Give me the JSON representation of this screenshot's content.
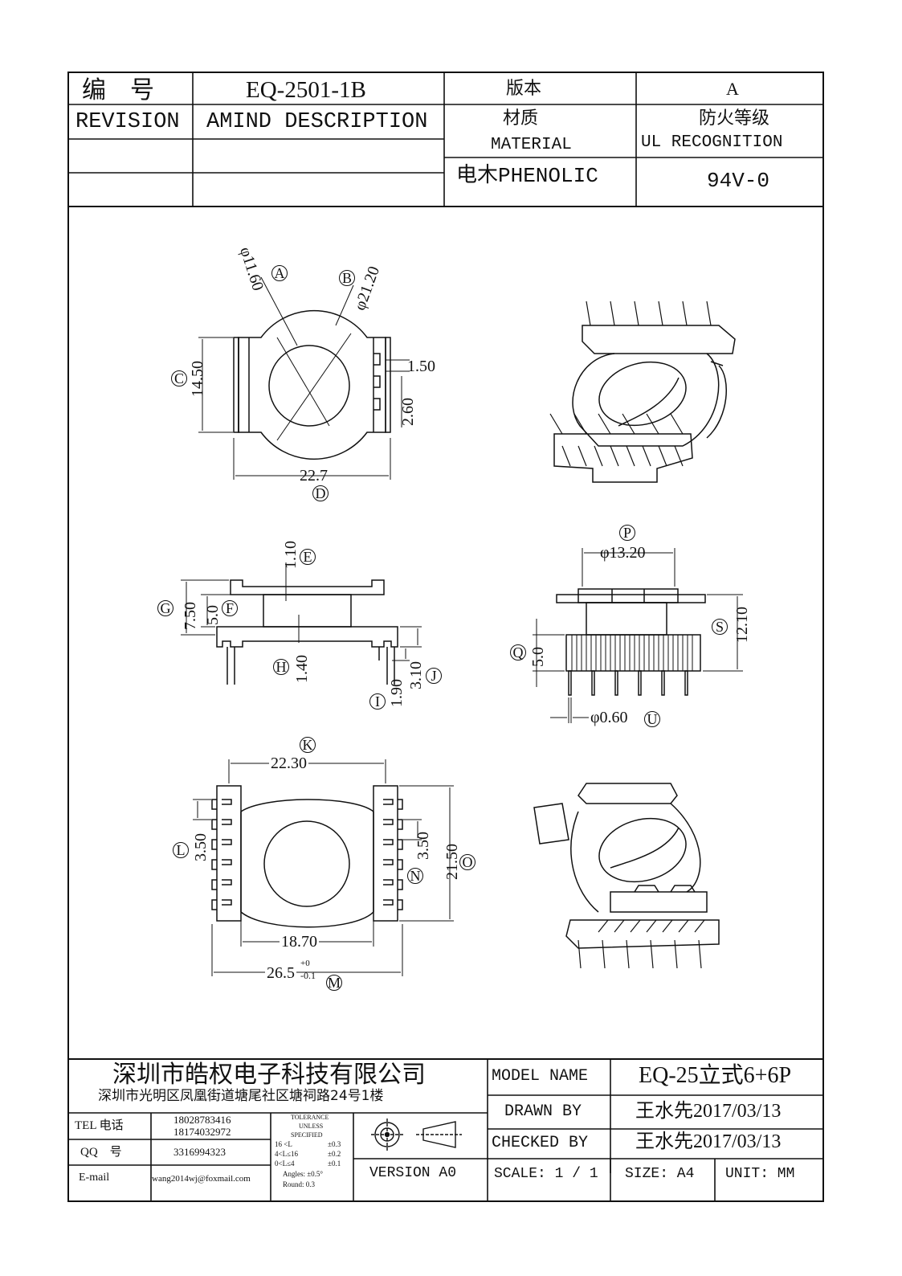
{
  "header": {
    "part_no_label": "编　号",
    "part_no": "EQ-2501-1B",
    "version_label": "版本",
    "version": "A",
    "revision_label": "REVISION",
    "amend_label": "AMIND DESCRIPTION",
    "material_label_cn": "材质",
    "material_label_en": "MATERIAL",
    "ul_label_cn": "防火等级",
    "ul_label_en": "UL RECOGNITION",
    "material": "电木PHENOLIC",
    "ul_rating": "94V-0"
  },
  "drawing": {
    "top_view": {
      "dim_a": "φ11.60",
      "label_a": "A",
      "dim_b": "φ21.20",
      "label_b": "B",
      "dim_c": "14.50",
      "label_c": "C",
      "dim_d": "22.7",
      "label_d": "D",
      "dim_slot": "1.50",
      "dim_pitch": "2.60"
    },
    "side_view": {
      "dim_e": "1.10",
      "label_e": "E",
      "dim_f": "5.0",
      "label_f": "F",
      "dim_g": "7.50",
      "label_g": "G",
      "dim_h": "1.40",
      "label_h": "H",
      "dim_i": "1.90",
      "label_i": "I",
      "dim_j": "3.10",
      "label_j": "J"
    },
    "front_view": {
      "dim_p": "φ13.20",
      "label_p": "P",
      "dim_q": "5.0",
      "label_q": "Q",
      "dim_s": "12.10",
      "label_s": "S",
      "dim_u": "φ0.60",
      "label_u": "U"
    },
    "bottom_view": {
      "dim_k": "22.30",
      "label_k": "K",
      "dim_l": "3.50",
      "label_l": "L",
      "dim_n": "3.50",
      "label_n": "N",
      "dim_o": "21.50",
      "label_o": "O",
      "dim_inner": "18.70",
      "dim_m": "26.5",
      "dim_m_tol_upper": "+0",
      "dim_m_tol_lower": "-0.1",
      "label_m": "M"
    }
  },
  "title_block": {
    "company": "深圳市皓权电子科技有限公司",
    "address": "深圳市光明区凤凰街道塘尾社区塘祠路24号1楼",
    "tel_label": "TEL 电话",
    "tel_1": "18028783416",
    "tel_2": "18174032972",
    "qq_label": "QQ　号",
    "qq": "3316994323",
    "email_label": "E-mail",
    "email": "wang2014wj@foxmail.com",
    "tolerance_lines": [
      "TOLERANCE",
      "UNLESS",
      "SPECIFIED"
    ],
    "tolerance_rows": [
      {
        "range": "16 <L",
        "tol": "±0.3"
      },
      {
        "range": "4<L≤16",
        "tol": "±0.2"
      },
      {
        "range": "0<L≤4",
        "tol": "±0.1"
      }
    ],
    "tol_angles": "Angles: ±0.5°",
    "tol_round": "Round: 0.3",
    "version_text": "VERSION A0",
    "model_name_label": "MODEL NAME",
    "model_name": "EQ-25立式6+6P",
    "drawn_by_label": "DRAWN BY",
    "drawn_by": "王水先2017/03/13",
    "checked_by_label": "CHECKED BY",
    "checked_by": "王水先2017/03/13",
    "scale_label": "SCALE: 1 / 1",
    "size_label": "SIZE: A4",
    "unit_label": "UNIT: MM"
  }
}
